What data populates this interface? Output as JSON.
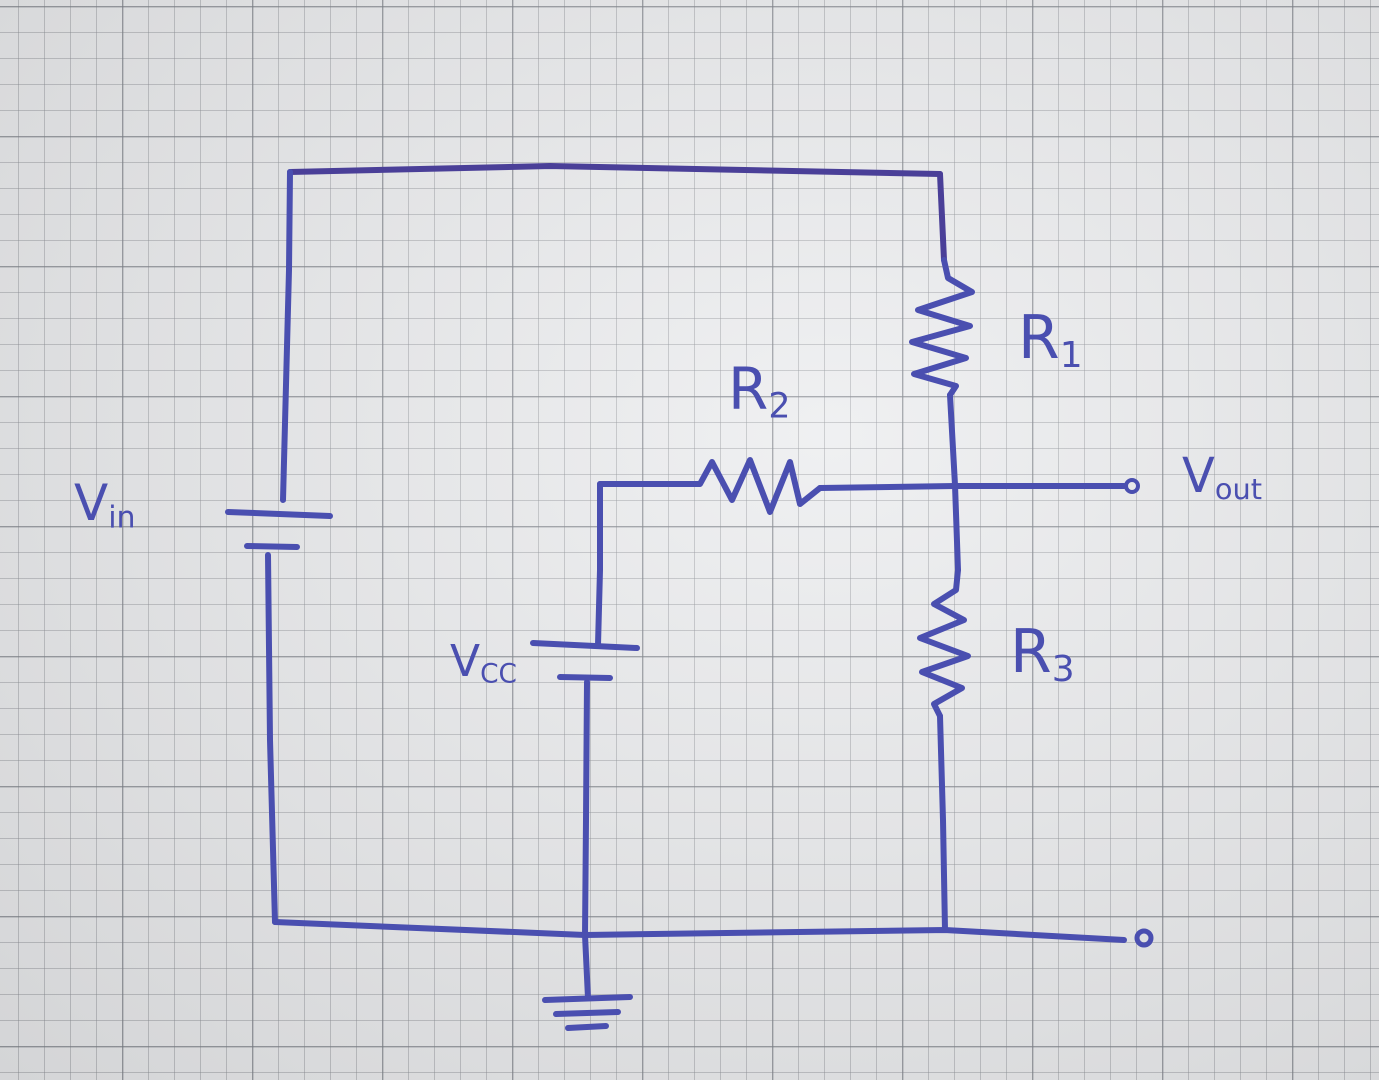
{
  "colors": {
    "ink": "#4a4fb0",
    "ink_dark": "#4a3f98"
  },
  "labels": {
    "vin": {
      "main": "V",
      "sub": "in"
    },
    "vcc": {
      "main": "V",
      "sub": "CC"
    },
    "r1": {
      "main": "R",
      "sub": "1"
    },
    "r2": {
      "main": "R",
      "sub": "2"
    },
    "r3": {
      "main": "R",
      "sub": "3"
    },
    "vout": {
      "main": "V",
      "sub": "out"
    }
  }
}
